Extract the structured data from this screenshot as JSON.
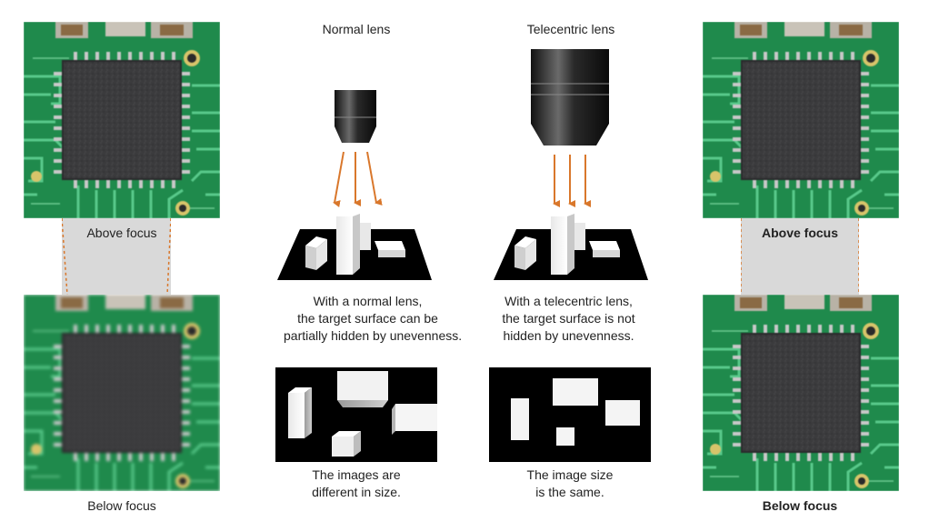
{
  "left_panel": {
    "top_label": "Above focus",
    "bottom_label": "Below focus"
  },
  "normal_lens": {
    "title": "Normal lens",
    "caption_lines": [
      "With a normal lens,",
      "the target surface can be",
      "partially hidden by unevenness."
    ],
    "image_caption_lines": [
      "The images are",
      "different in size."
    ]
  },
  "telecentric_lens": {
    "title": "Telecentric lens",
    "caption_lines": [
      "With a telecentric lens,",
      "the target surface is not",
      "hidden by unevenness."
    ],
    "image_caption_lines": [
      "The image size",
      "is the same."
    ]
  },
  "right_panel": {
    "top_label": "Above focus",
    "bottom_label": "Below focus"
  },
  "colors": {
    "pcb_green": "#1f8a4c",
    "trace_light": "#4fc07e",
    "chip_dark": "#3c3c3e",
    "arrow_orange": "#d9772b",
    "focus_band": "#d9d9d9"
  }
}
